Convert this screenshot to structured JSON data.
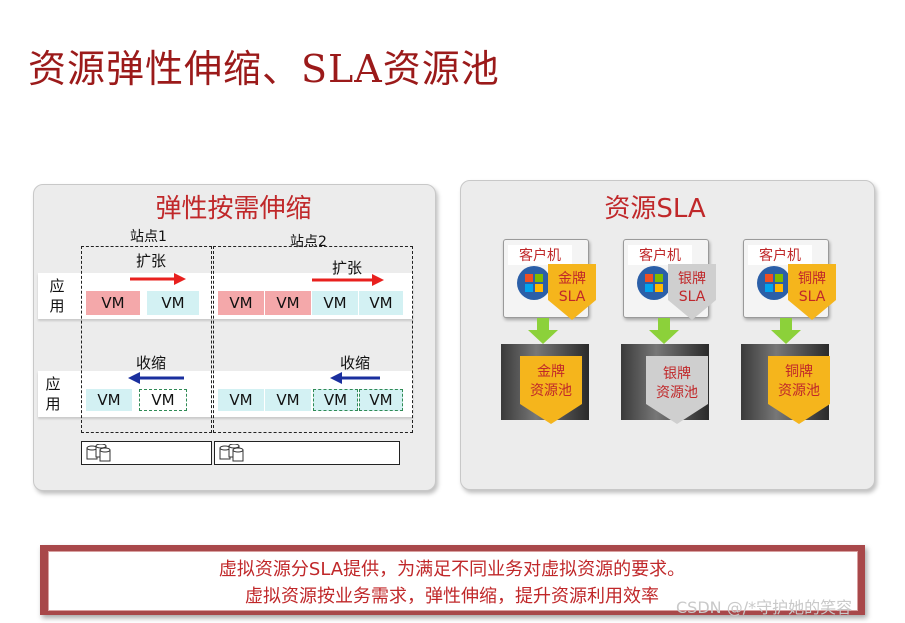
{
  "title": "资源弹性伸缩、SLA资源池",
  "left_panel": {
    "title": "弹性按需伸缩",
    "sites": [
      "站点1",
      "站点2"
    ],
    "row_label": [
      "应",
      "用"
    ],
    "expand_label": "扩张",
    "shrink_label": "收缩",
    "vm_label": "VM"
  },
  "right_panel": {
    "title": "资源SLA",
    "client_label": "客户机",
    "tiers": [
      {
        "badge": [
          "金牌",
          "SLA"
        ],
        "pool": [
          "金牌",
          "资源池"
        ],
        "color": "#f5b51c"
      },
      {
        "badge": [
          "银牌",
          "SLA"
        ],
        "pool": [
          "银牌",
          "资源池"
        ],
        "color": "#c8c8c8"
      },
      {
        "badge": [
          "铜牌",
          "SLA"
        ],
        "pool": [
          "铜牌",
          "资源池"
        ],
        "color": "#f5b51c"
      }
    ]
  },
  "bottom": {
    "line1": "虚拟资源分SLA提供，为满足不同业务对虚拟资源的要求。",
    "line2": "虚拟资源按业务需求，弹性伸缩，提升资源利用效率"
  },
  "watermark": "CSDN @/*守护她的笑容",
  "colors": {
    "title_red": "#9b1a1a",
    "accent_red": "#c0282a",
    "expand_arrow": "#e8201e",
    "shrink_arrow": "#1a2f9e",
    "green_arrow": "#8cd13a"
  }
}
